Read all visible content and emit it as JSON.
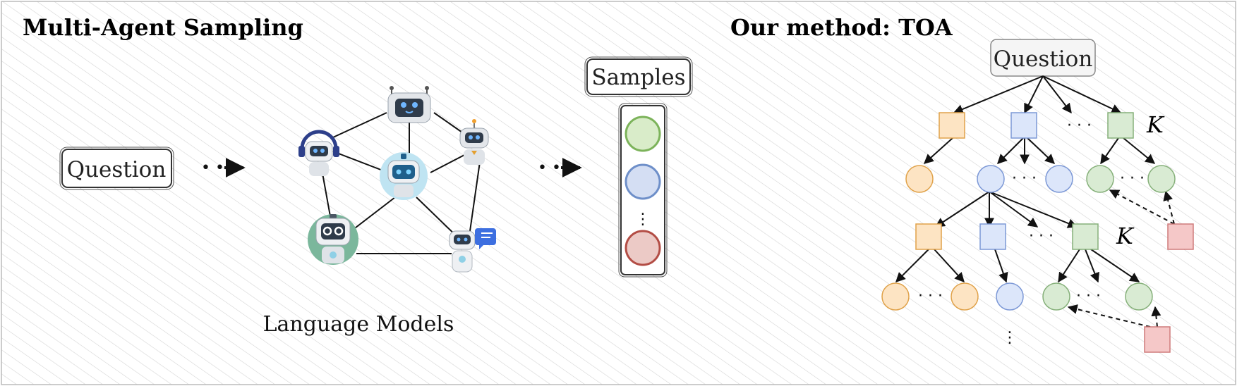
{
  "colors": {
    "orange_fill": "#fde4c3",
    "orange_stroke": "#e0a24a",
    "blue_fill": "#dce6fa",
    "blue_stroke": "#7c98d6",
    "green_fill": "#d9ebd3",
    "green_stroke": "#86b07a",
    "red_fill": "#f5c8c8",
    "red_stroke": "#cf7b7b",
    "hatch": "#d6d6d6"
  },
  "left_panel": {
    "title": "Multi-Agent Sampling",
    "question_label": "Question",
    "models_caption": "Language Models",
    "samples_label": "Samples",
    "sample_colors": [
      "#7cb35a",
      "#6e8fc9",
      "#b34d45"
    ]
  },
  "right_panel": {
    "title": "Our method: TOA",
    "root_label": "Question",
    "k_label_1": "K",
    "k_label_2": "K",
    "ellipsis": "· · ·",
    "vertical_ellipsis": "⋮"
  },
  "icons": [
    "robot-icon",
    "headphones-robot-icon",
    "robot-icon",
    "robot-icon",
    "robot-icon",
    "chat-robot-icon"
  ]
}
